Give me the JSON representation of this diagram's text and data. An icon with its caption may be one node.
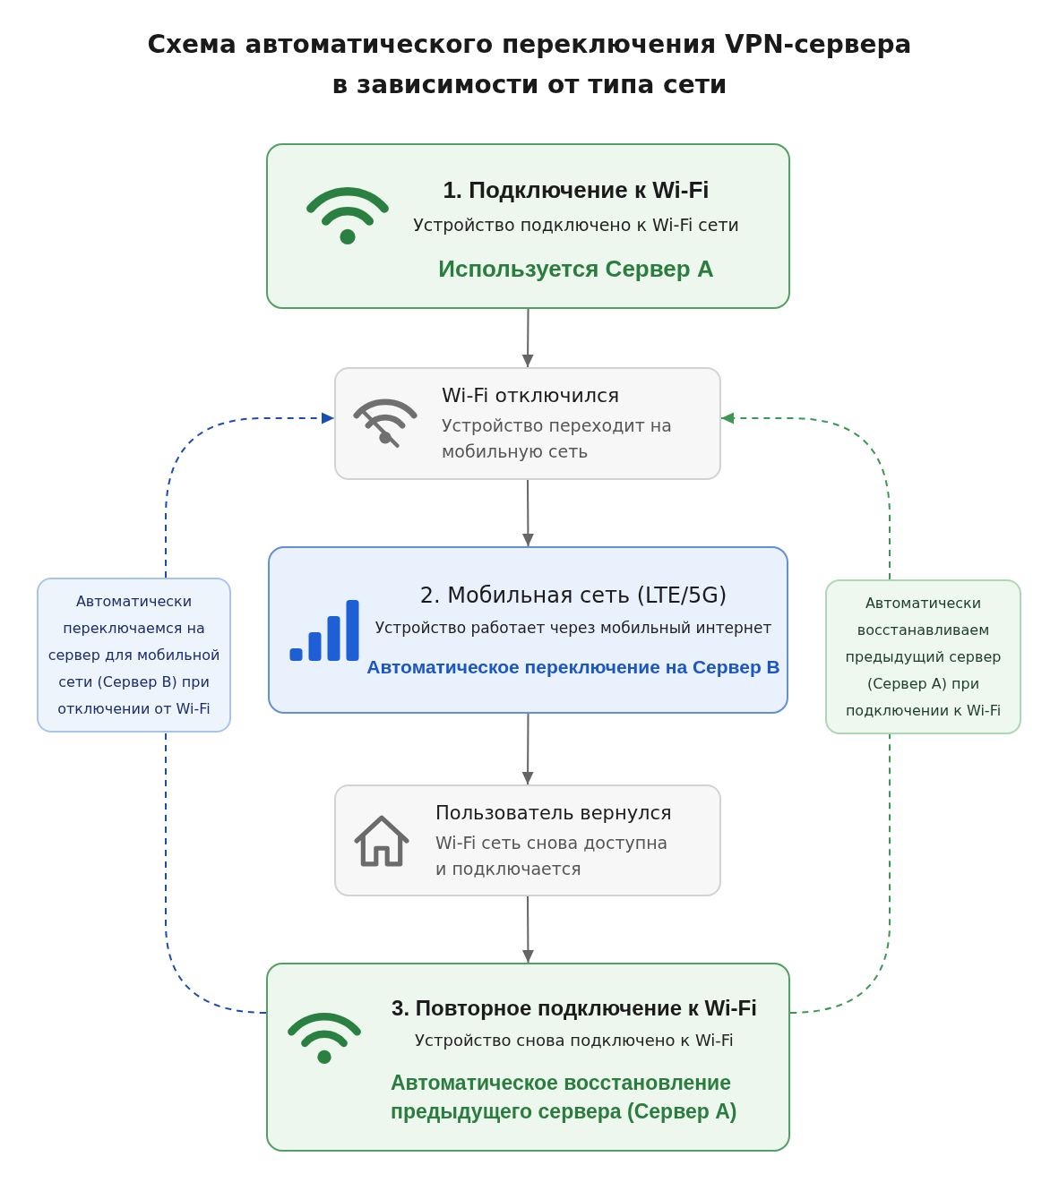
{
  "diagram": {
    "title": "Схема автоматического переключения VPN-сервера в зависимости от типа сети",
    "nodes": [
      {
        "text": [
          "1. Подключение к Wi-Fi",
          "Устройство подключено к Wi-Fi сети",
          "Используется Сервер A"
        ]
      },
      {
        "text": [
          "Wi-Fi отключился",
          "Устройство переходит на мобильную сеть"
        ]
      },
      {
        "text": [
          "2. Мобильная сеть (LTE/5G)",
          "Устройство работает через мобильный интернет",
          "Автоматическое переключение на Сервер B"
        ]
      },
      {
        "text": [
          "Пользователь вернулся",
          "Wi-Fi сеть снова доступна и подключается"
        ]
      },
      {
        "text": [
          "3. Повторное подключение к Wi-Fi",
          "Устройство снова подключено к Wi-Fi",
          "Автоматическое восстановление предыдущего сервера (Сервер A)"
        ]
      },
      {
        "text": [
          "Автоматически переключаемся на сервер для мобильной сети (Сервер B) при отключении от Wi-Fi"
        ]
      },
      {
        "text": [
          "Автоматически восстанавливаем предыдущий сервер (Сервер A) при подключении к Wi-Fi"
        ]
      }
    ],
    "edges": [
      {
        "from": 0,
        "to": 1,
        "arrow": "to"
      },
      {
        "from": 1,
        "to": 2,
        "arrow": "to"
      },
      {
        "from": 2,
        "to": 3,
        "arrow": "to"
      },
      {
        "from": 3,
        "to": 4,
        "arrow": "to"
      },
      {
        "from": 4,
        "to": 5,
        "arrow": "none",
        "style": "dashed",
        "color": "#1a4db3"
      },
      {
        "from": 5,
        "to": 1,
        "arrow": "to",
        "style": "dashed",
        "color": "#1a4db3"
      },
      {
        "from": 4,
        "to": 6,
        "arrow": "none",
        "style": "dashed",
        "color": "#3a9852"
      },
      {
        "from": 6,
        "to": 1,
        "arrow": "to",
        "style": "dashed",
        "color": "#3a9852"
      }
    ]
  }
}
